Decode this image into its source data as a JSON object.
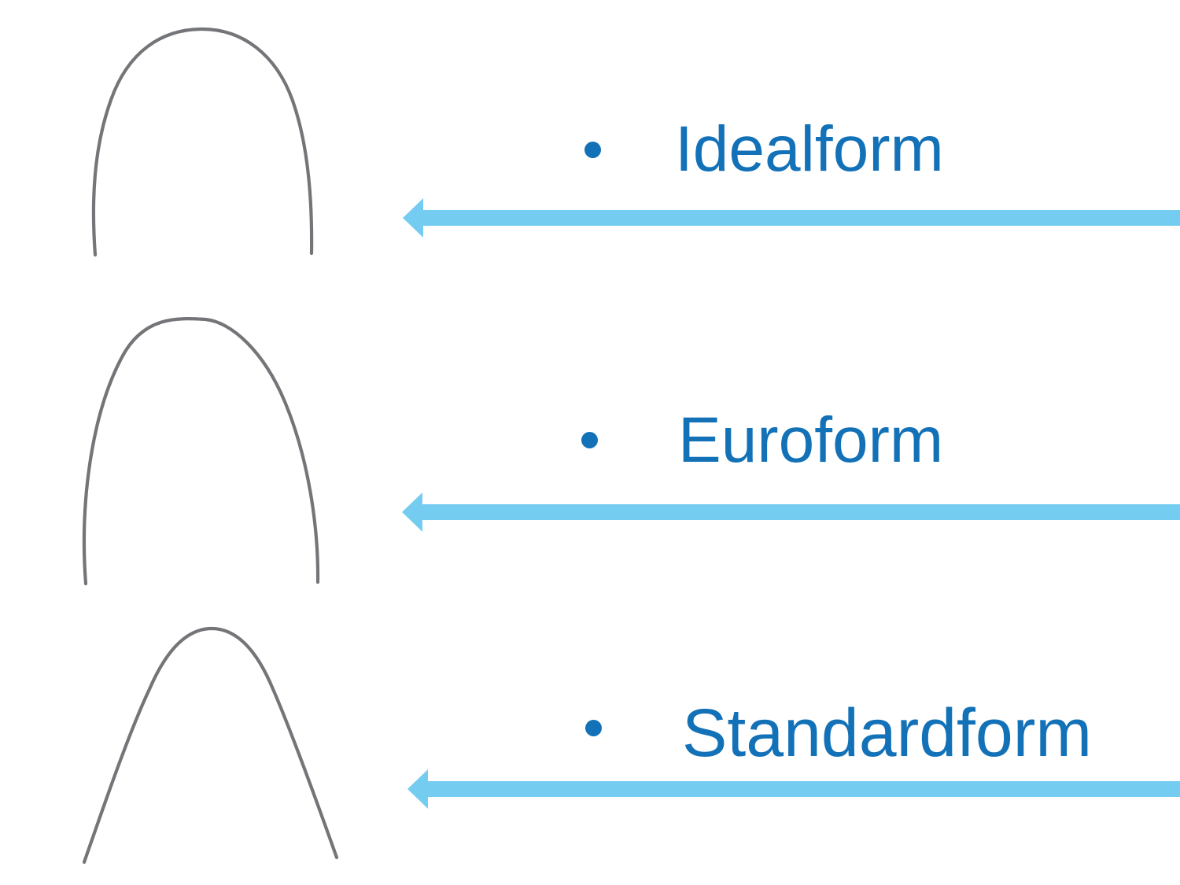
{
  "slide": {
    "type": "archwire-forms-diagram",
    "items": [
      {
        "label": "Idealform",
        "icon": "idealform-archwire-icon",
        "marker": "bullet-dot",
        "pointer": "arrow-left"
      },
      {
        "label": "Euroform",
        "icon": "euroform-archwire-icon",
        "marker": "bullet-dot",
        "pointer": "arrow-left"
      },
      {
        "label": "Standardform",
        "icon": "standardform-archwire-icon",
        "marker": "bullet-dot",
        "pointer": "arrow-left"
      }
    ],
    "colors": {
      "label_text": "#1371b7",
      "bullet": "#1371b7",
      "arrow_fill": "#74cdf0",
      "wire_stroke": "#737578",
      "background": "#ffffff"
    }
  }
}
